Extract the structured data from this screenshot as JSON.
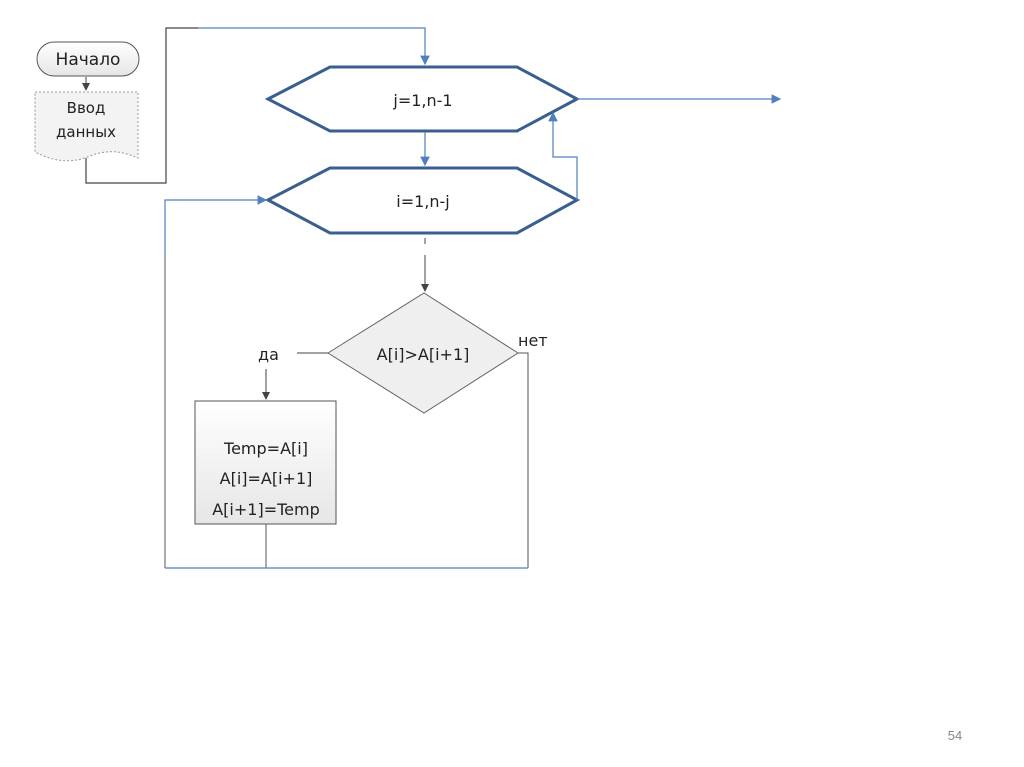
{
  "flowchart": {
    "start": "Начало",
    "input": [
      "Ввод",
      "данных"
    ],
    "outer_loop": "j=1,n-1",
    "inner_loop": "i=1,n-j",
    "condition": "A[i]>A[i+1]",
    "yes_label": "да",
    "no_label": "нет",
    "process": [
      "Temp=A[i]",
      "A[i]=A[i+1]",
      "A[i+1]=Temp"
    ]
  },
  "page_number": "54",
  "colors": {
    "loop_border": "#3a5f8f",
    "arrow_blue": "#4f7fbf",
    "line_dark": "#444444",
    "shape_fill": "#f2f2f2"
  }
}
